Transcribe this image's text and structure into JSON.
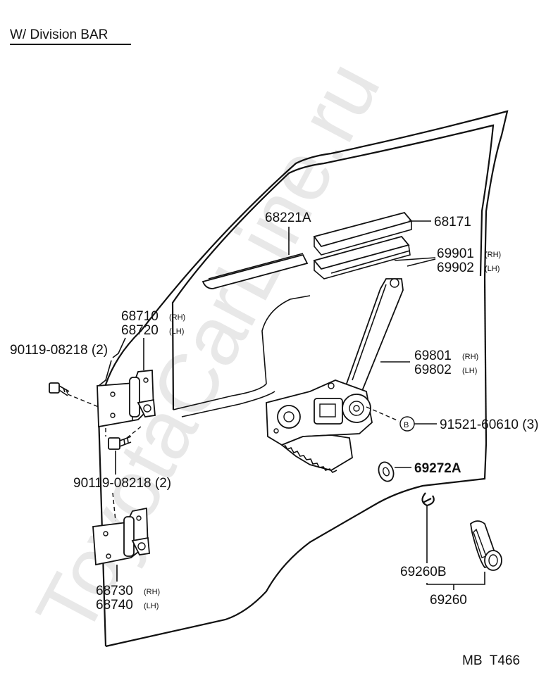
{
  "header": {
    "title": "W/ Division BAR"
  },
  "footer": {
    "code": "MB  T466"
  },
  "watermark": "ToyotaCarLine.ru",
  "callouts": {
    "p68221A": "68221A",
    "p68171": "68171",
    "p69901": "69901",
    "p69901_side": "(RH)",
    "p69902": "69902",
    "p69902_side": "(LH)",
    "p68710": "68710",
    "p68710_side": "(RH)",
    "p68720": "68720",
    "p68720_side": "(LH)",
    "bolt_upper": "90119-08218 (2)",
    "bolt_lower": "90119-08218 (2)",
    "p69801": "69801",
    "p69801_side": "(RH)",
    "p69802": "69802",
    "p69802_side": "(LH)",
    "marker_b": "B",
    "p91521": "91521-60610 (3)",
    "p69272A": "69272A",
    "p69260B": "69260B",
    "p69260": "69260",
    "p68730": "68730",
    "p68730_side": "(RH)",
    "p68740": "68740",
    "p68740_side": "(LH)"
  }
}
